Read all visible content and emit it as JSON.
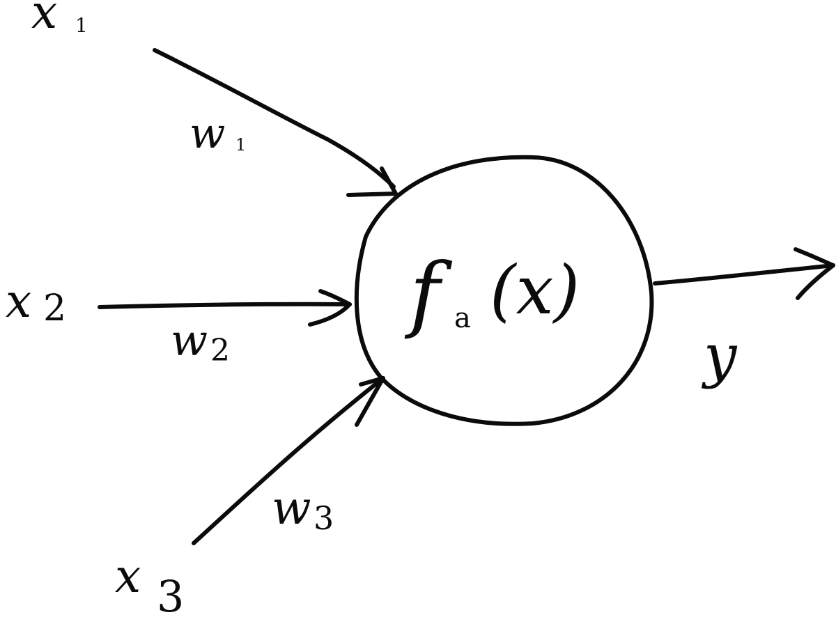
{
  "diagram": {
    "inputs": [
      {
        "name": "x",
        "index": "1",
        "weight_name": "w",
        "weight_index": "1"
      },
      {
        "name": "x",
        "index": "2",
        "weight_name": "w",
        "weight_index": "2"
      },
      {
        "name": "x",
        "index": "3",
        "weight_name": "w",
        "weight_index": "3"
      }
    ],
    "node": {
      "function": "f",
      "subscript": "a",
      "argument": "(x)"
    },
    "output": {
      "label": "y"
    }
  }
}
